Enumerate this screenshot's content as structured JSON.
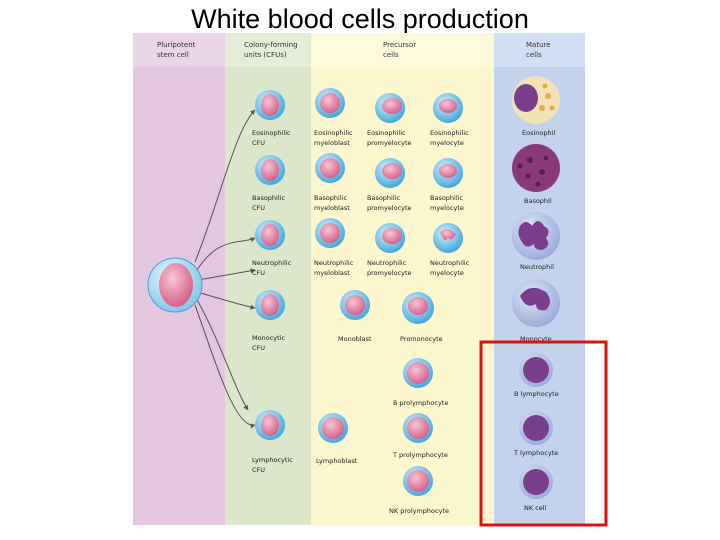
{
  "title": "White blood cells production",
  "columns": {
    "pluripotent": [
      "Pluripotent",
      "stem cell"
    ],
    "cfu": [
      "Colony-forming",
      "units (CFUs)"
    ],
    "precursor": [
      "Precursor",
      "cells"
    ],
    "mature": [
      "Mature",
      "cells"
    ]
  },
  "cells": {
    "eos_cfu": [
      "Eosinophilic",
      "CFU"
    ],
    "eos_myeloblast": [
      "Eosinophilic",
      "myeloblast"
    ],
    "eos_promyelocyte": [
      "Eosinophilic",
      "promyelocyte"
    ],
    "eos_myelocyte": [
      "Eosinophilic",
      "myelocyte"
    ],
    "eosinophil": "Eosinophil",
    "baso_cfu": [
      "Basophilic",
      "CFU"
    ],
    "baso_myeloblast": [
      "Basophilic",
      "myeloblast"
    ],
    "baso_promyelocyte": [
      "Basophilic",
      "promyelocyte"
    ],
    "baso_myelocyte": [
      "Basophilic",
      "myelocyte"
    ],
    "basophil": "Basophil",
    "neut_cfu": [
      "Neutrophilic",
      "CFU"
    ],
    "neut_myeloblast": [
      "Neutrophilic",
      "myeloblast"
    ],
    "neut_promyelocyte": [
      "Neutrophilic",
      "promyelocyte"
    ],
    "neut_myelocyte": [
      "Neutrophilic",
      "myelocyte"
    ],
    "neutrophil": "Neutrophil",
    "mono_cfu": [
      "Monocytic",
      "CFU"
    ],
    "monoblast": "Monoblast",
    "promonocyte": "Promonocyte",
    "monocyte": "Monocyte",
    "b_prolymphocyte": "B prolymphocyte",
    "b_lymphocyte": "B lymphocyte",
    "t_prolymphocyte": "T prolymphocyte",
    "t_lymphocyte": "T lymphocyte",
    "lymph_cfu": [
      "Lymphocytic",
      "CFU"
    ],
    "lymphoblast": "Lymphoblast",
    "nk_prolymphocyte": "NK prolymphocyte",
    "nk_cell": "NK cell"
  },
  "colors": {
    "band_pink": "#e3c6df",
    "band_green": "#dce6cb",
    "band_yellow": "#fdf7cf",
    "band_blue": "#c3d3ee",
    "cell_cyan": "#6cc5ea",
    "nucleus": "#e0789a",
    "mature_purple": "#7a3f8c",
    "highlight_red": "#e01010"
  }
}
